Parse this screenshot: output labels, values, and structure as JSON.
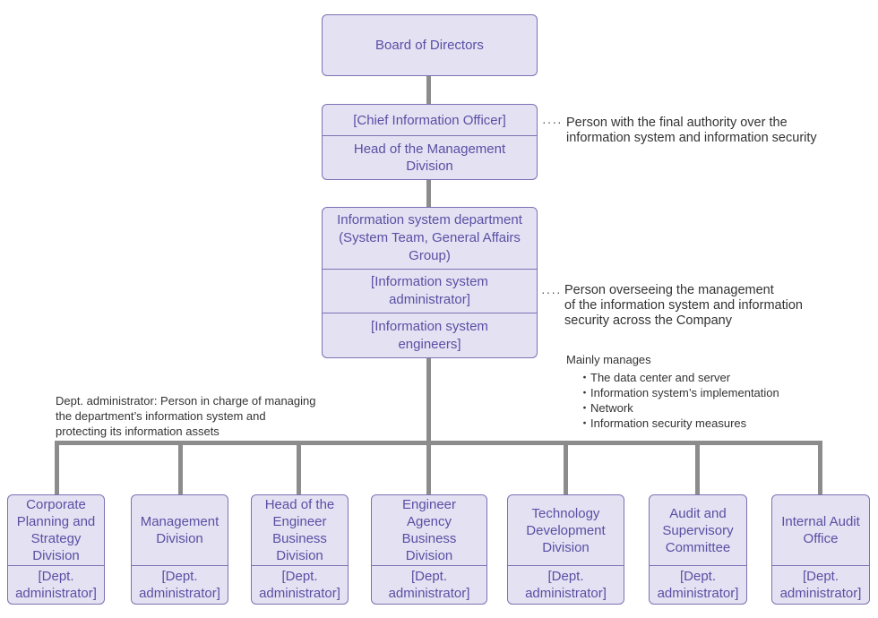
{
  "board": "Board of Directors",
  "cio": {
    "title": "[Chief Information Officer]",
    "role": "Head of the Management Division",
    "note_line1": "Person with the final authority over the",
    "note_line2": "information system and information security"
  },
  "isd": {
    "name_line1": "Information system department",
    "name_line2": "(System Team, General Affairs",
    "name_line3": "Group)",
    "admin_line1": "[Information system",
    "admin_line2": "administrator]",
    "eng_line1": "[Information system",
    "eng_line2": "engineers]",
    "note_line1": "Person overseeing the management",
    "note_line2": "of the information system and information",
    "note_line3": "security across the Company"
  },
  "manages": {
    "title": "Mainly manages",
    "items": [
      "The data center and server",
      "Information system’s implementation",
      "Network",
      "Information security measures"
    ]
  },
  "dept_note": {
    "line1": "Dept. administrator: Person in charge of managing",
    "line2": "the department’s information system and",
    "line3": "protecting its information assets"
  },
  "divisions": [
    {
      "name": "Corporate Planning and Strategy Division",
      "admin": "[Dept. administrator]"
    },
    {
      "name": "Management Division",
      "admin": "[Dept. administrator]"
    },
    {
      "name": "Head of the Engineer Business Division",
      "admin": "[Dept. administrator]"
    },
    {
      "name": "Engineer Agency Business Division",
      "admin": "[Dept. administrator]"
    },
    {
      "name": "Technology Development Division",
      "admin": "[Dept. administrator]"
    },
    {
      "name": "Audit and Supervisory Committee",
      "admin": "[Dept. administrator]"
    },
    {
      "name": "Internal Audit Office",
      "admin": "[Dept. administrator]"
    }
  ],
  "colors": {
    "box_fill": "#e4e1f3",
    "box_border": "#7b72b4",
    "box_text": "#5a4fa3",
    "connector": "#8c8c8c"
  }
}
